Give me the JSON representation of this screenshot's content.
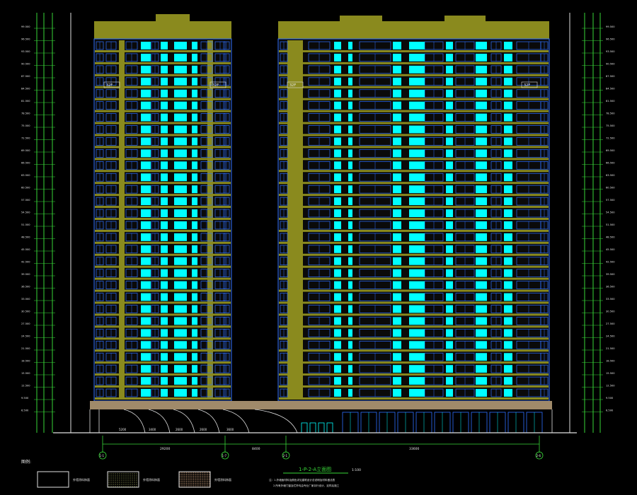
{
  "drawing": {
    "scale": "1:100",
    "legend": {
      "label": "图例:",
      "items": [
        {
          "label": "外墙涂料饰面"
        },
        {
          "label": "外墙涂料饰面"
        },
        {
          "label": "外墙涂料饰面"
        }
      ]
    },
    "notes": [
      "注：1.外墙面材料及颜色详见建筑设计总说明及材料做法表",
      "2.所有外墙门窗及栏杆均由专业厂家另行设计，定样后施工"
    ],
    "axis_markers": [
      "1-1",
      "1-7",
      "2-1",
      "2-6"
    ],
    "segment_dimensions": [
      "29200",
      "8400",
      "33600"
    ],
    "ground_dimensions": [
      "5200",
      "3400",
      "2600",
      "2600",
      "3600"
    ],
    "level_marks": [
      "99.500",
      "96.500",
      "93.500",
      "90.500",
      "87.500",
      "84.500",
      "81.500",
      "78.500",
      "75.500",
      "72.500",
      "69.500",
      "66.500",
      "63.500",
      "60.500",
      "57.500",
      "54.500",
      "51.500",
      "48.500",
      "45.500",
      "42.500",
      "39.500",
      "36.500",
      "33.500",
      "30.500",
      "27.500",
      "24.500",
      "21.500",
      "18.500",
      "15.500",
      "12.500",
      "9.500",
      "6.500"
    ],
    "tag_labels": [
      "32F",
      "32F",
      "32F",
      "32F"
    ]
  },
  "colors": {
    "background": "#000000",
    "olive": "#8a8a1e",
    "cyan": "#00ffff",
    "blue": "#2f6fff",
    "podium": "#a08a6a",
    "green_text": "#39d639",
    "white_line": "#e0e0e0"
  }
}
